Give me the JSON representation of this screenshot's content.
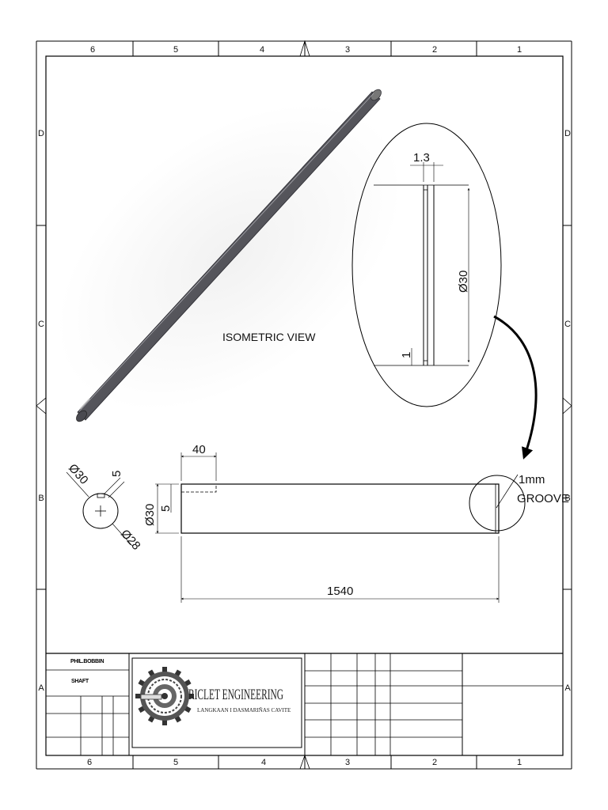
{
  "zones_top": [
    "6",
    "5",
    "4",
    "3",
    "2",
    "1"
  ],
  "zones_bottom": [
    "6",
    "5",
    "4",
    "3",
    "2",
    "1"
  ],
  "rows_left": [
    "D",
    "C",
    "B",
    "A"
  ],
  "rows_right": [
    "D",
    "C",
    "B",
    "A"
  ],
  "isometric_label": "ISOMETRIC VIEW",
  "detail": {
    "dim_top": "1.3",
    "dim_diameter": "Ø30",
    "dim_bottom": "1"
  },
  "end_view": {
    "dim_outer": "Ø30",
    "dim_key": "5",
    "dim_inner": "Ø28"
  },
  "side_view": {
    "dim_keyway_length": "40",
    "dim_diameter": "Ø30",
    "dim_key": "5",
    "dim_length": "1540"
  },
  "groove_note": {
    "line1": "1mm",
    "line2": "GROOVE"
  },
  "title_block": {
    "drawn_by": "PHIL.BOBBIN",
    "part_name": "SHAFT",
    "company": "RICLET ENGINEERING",
    "address": "LANGKAAN I DASMARIÑAS CAVITE"
  }
}
